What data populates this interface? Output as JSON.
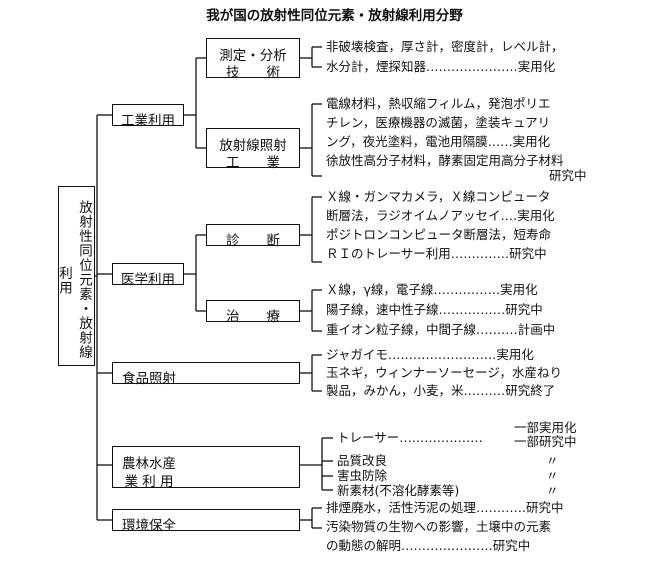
{
  "title": "我が国の放射性同位元素・放射線利用分野",
  "root": {
    "label": "放射性同位元素・放射線利用"
  },
  "categories": [
    {
      "label": "工業利用"
    },
    {
      "label": "医学利用"
    },
    {
      "label": "食品照射"
    },
    {
      "label_line1": "農林水産",
      "label_line2": "業 利 用"
    },
    {
      "label": "環境保全"
    }
  ],
  "subcategories": [
    {
      "line1": "測定・分析",
      "line2": "技　　術"
    },
    {
      "line1": "放射線照射",
      "line2": "工　　業"
    },
    {
      "label": "診　　断"
    },
    {
      "label": "治　　療"
    }
  ],
  "details": {
    "measurement": [
      "非破壊検査，厚さ計，密度計，レベル計，",
      "水分計，煙探知器‥‥‥‥‥‥‥‥‥‥‥実用化"
    ],
    "irradiation": [
      "電線材料，熱収縮フィルム，発泡ポリエ",
      "チレン，医療機器の滅菌，塗装キュアリ",
      "ング，夜光塗料，電池用隔膜‥‥‥実用化",
      "徐放性高分子材料，酵素固定用高分子材料",
      "研究中"
    ],
    "diagnosis": [
      "Ｘ線・ガンマカメラ，Ｘ線コンピュータ",
      "断層法，ラジオイムノアッセイ‥‥実用化",
      "ポジトロンコンピュータ断層法，短寿命",
      "ＲＩのトレーサー利用‥‥‥‥‥‥‥研究中"
    ],
    "therapy": [
      "Ｘ線，γ線，電子線‥‥‥‥‥‥‥‥実用化",
      "陽子線，速中性子線‥‥‥‥‥‥‥‥研究中",
      "重イオン粒子線，中間子線‥‥‥‥‥計画中"
    ],
    "food": [
      "ジャガイモ‥‥‥‥‥‥‥‥‥‥‥‥‥実用化",
      "玉ネギ，ウィンナーソーセージ，水産ねり",
      "製品，みかん，小麦，米‥‥‥‥‥研究終了"
    ],
    "agriculture": [
      {
        "item": "トレーサー‥‥‥‥‥‥‥‥‥‥",
        "status1": "一部実用化",
        "status2": "一部研究中"
      },
      {
        "item": "品質改良",
        "status": "〃"
      },
      {
        "item": "害虫防除",
        "status": "〃"
      },
      {
        "item": "新素材(不溶化酵素等)",
        "status": "〃"
      }
    ],
    "environment": [
      "排煙廃水，活性汚泥の処理‥‥‥‥‥‥研究中",
      "汚染物質の生物への影響，土壌中の元素",
      "の動態の解明‥‥‥‥‥‥‥‥‥‥‥研究中"
    ]
  }
}
